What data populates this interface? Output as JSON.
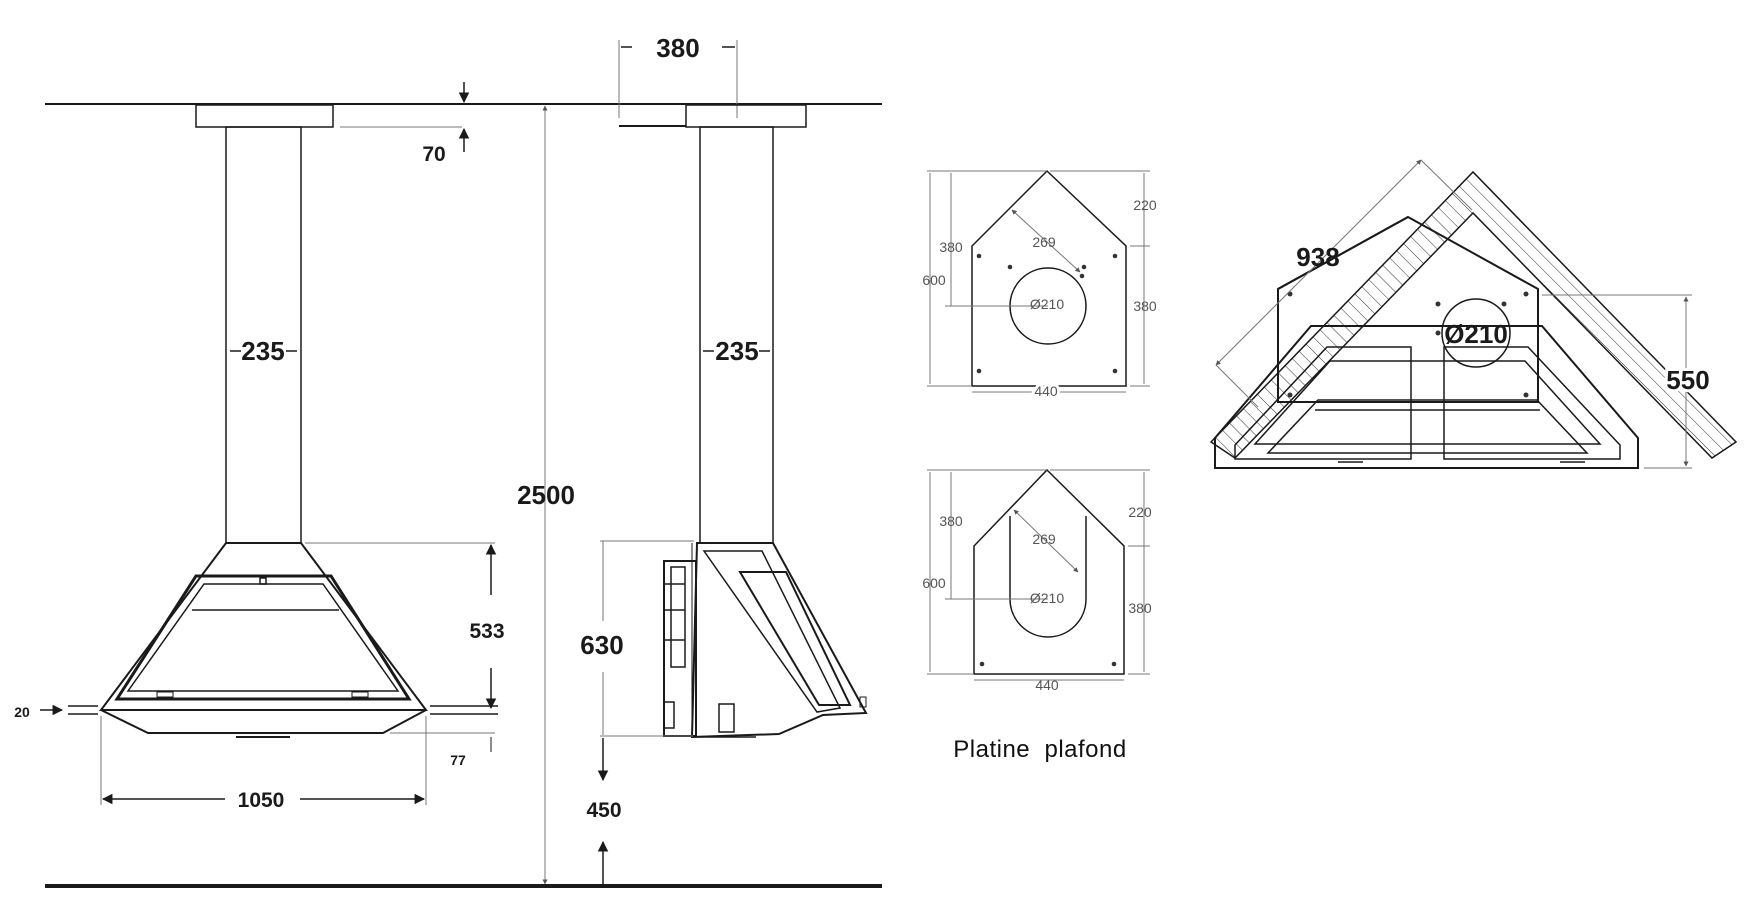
{
  "front_view": {
    "dim_flue_width": "235",
    "dim_ceiling_plate": "70",
    "dim_total_height": "2500",
    "dim_hood_height": "533",
    "dim_base_lip": "20",
    "dim_base_bottom": "77",
    "dim_hood_width": "1050"
  },
  "side_view": {
    "dim_plate_depth": "380",
    "dim_flue_width": "235",
    "dim_body_height": "630",
    "dim_floor_clearance": "450"
  },
  "plate_top": {
    "dim_overall_height": "600",
    "dim_side_upper": "380",
    "dim_peak": "220",
    "dim_side_right": "380",
    "dim_diagonal": "269",
    "dim_hole": "Ø210",
    "dim_width": "440"
  },
  "plate_bottom": {
    "dim_overall_height": "600",
    "dim_side_upper": "380",
    "dim_peak": "220",
    "dim_side_right": "380",
    "dim_diagonal": "269",
    "dim_hole": "Ø210",
    "dim_width": "440"
  },
  "caption": "Platine  plafond",
  "corner_view": {
    "dim_wall_length": "938",
    "dim_hole": "Ø210",
    "dim_depth": "550"
  }
}
